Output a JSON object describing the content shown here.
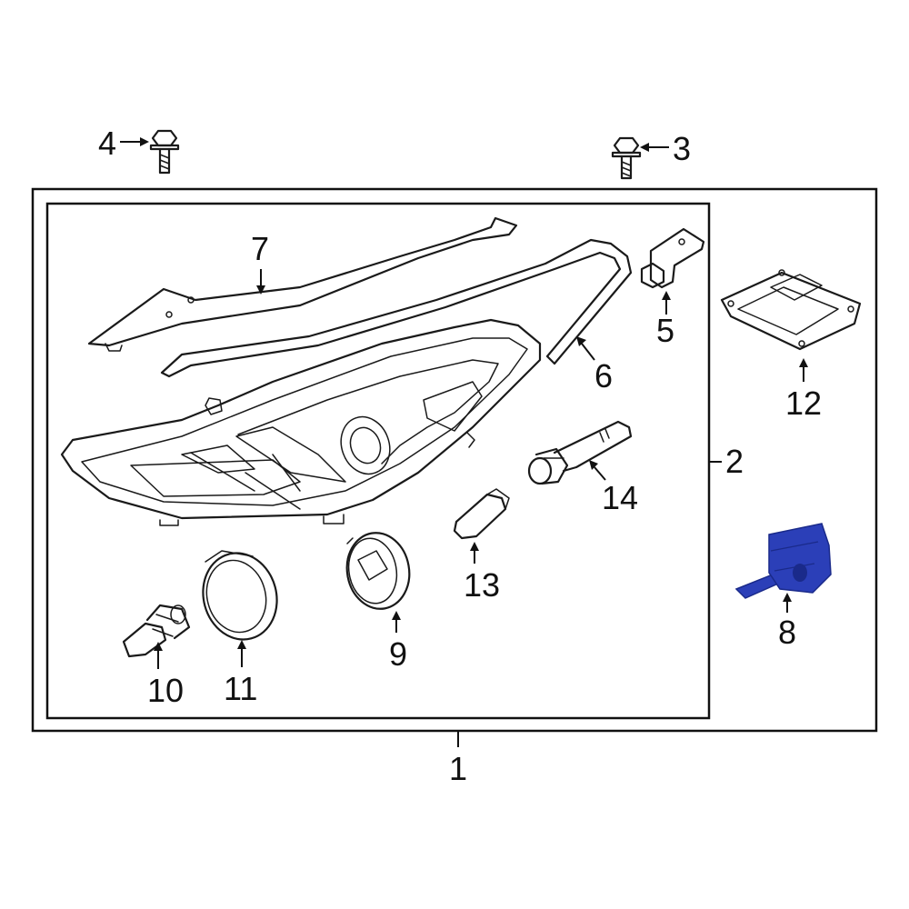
{
  "callouts": {
    "c1": "1",
    "c2": "2",
    "c3": "3",
    "c4": "4",
    "c5": "5",
    "c6": "6",
    "c7": "7",
    "c8": "8",
    "c9": "9",
    "c10": "10",
    "c11": "11",
    "c12": "12",
    "c13": "13",
    "c14": "14"
  },
  "colors": {
    "highlight_part": "#2b3fb8",
    "highlight_part_dark": "#1a2a8a",
    "line": "#1a1a1a"
  }
}
